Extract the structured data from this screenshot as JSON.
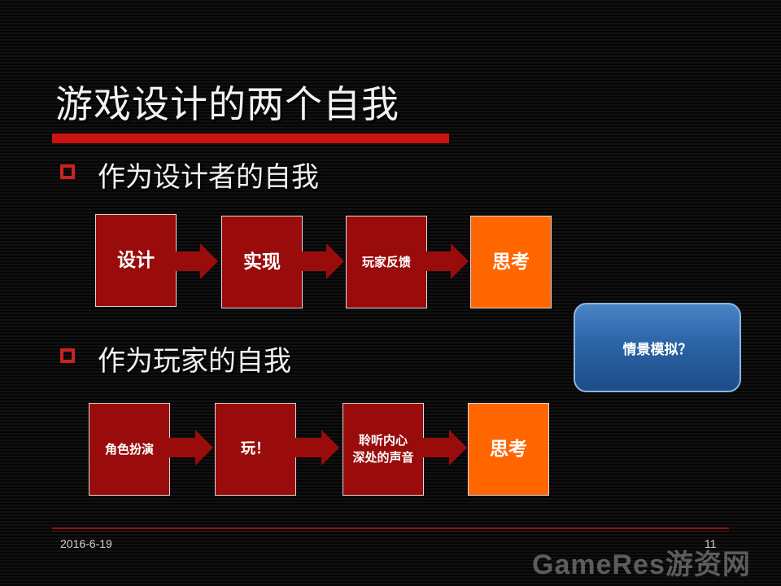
{
  "slide": {
    "title": "游戏设计的两个自我",
    "section1": {
      "heading": "作为设计者的自我",
      "flow": [
        "设计",
        "实现",
        "玩家反馈",
        "思考"
      ]
    },
    "section2": {
      "heading": "作为玩家的自我",
      "flow": [
        "角色扮演",
        "玩！",
        "聆听内心\n深处的声音",
        "思考"
      ]
    },
    "callout": "情景模拟？",
    "footer": {
      "date": "2016-6-19",
      "page": "11"
    },
    "watermark": "GameRes游资网"
  },
  "colors": {
    "accent_red": "#cc1111",
    "box_red": "#9a0c0c",
    "orange": "#ff6600",
    "blue": "#2b64a6"
  }
}
